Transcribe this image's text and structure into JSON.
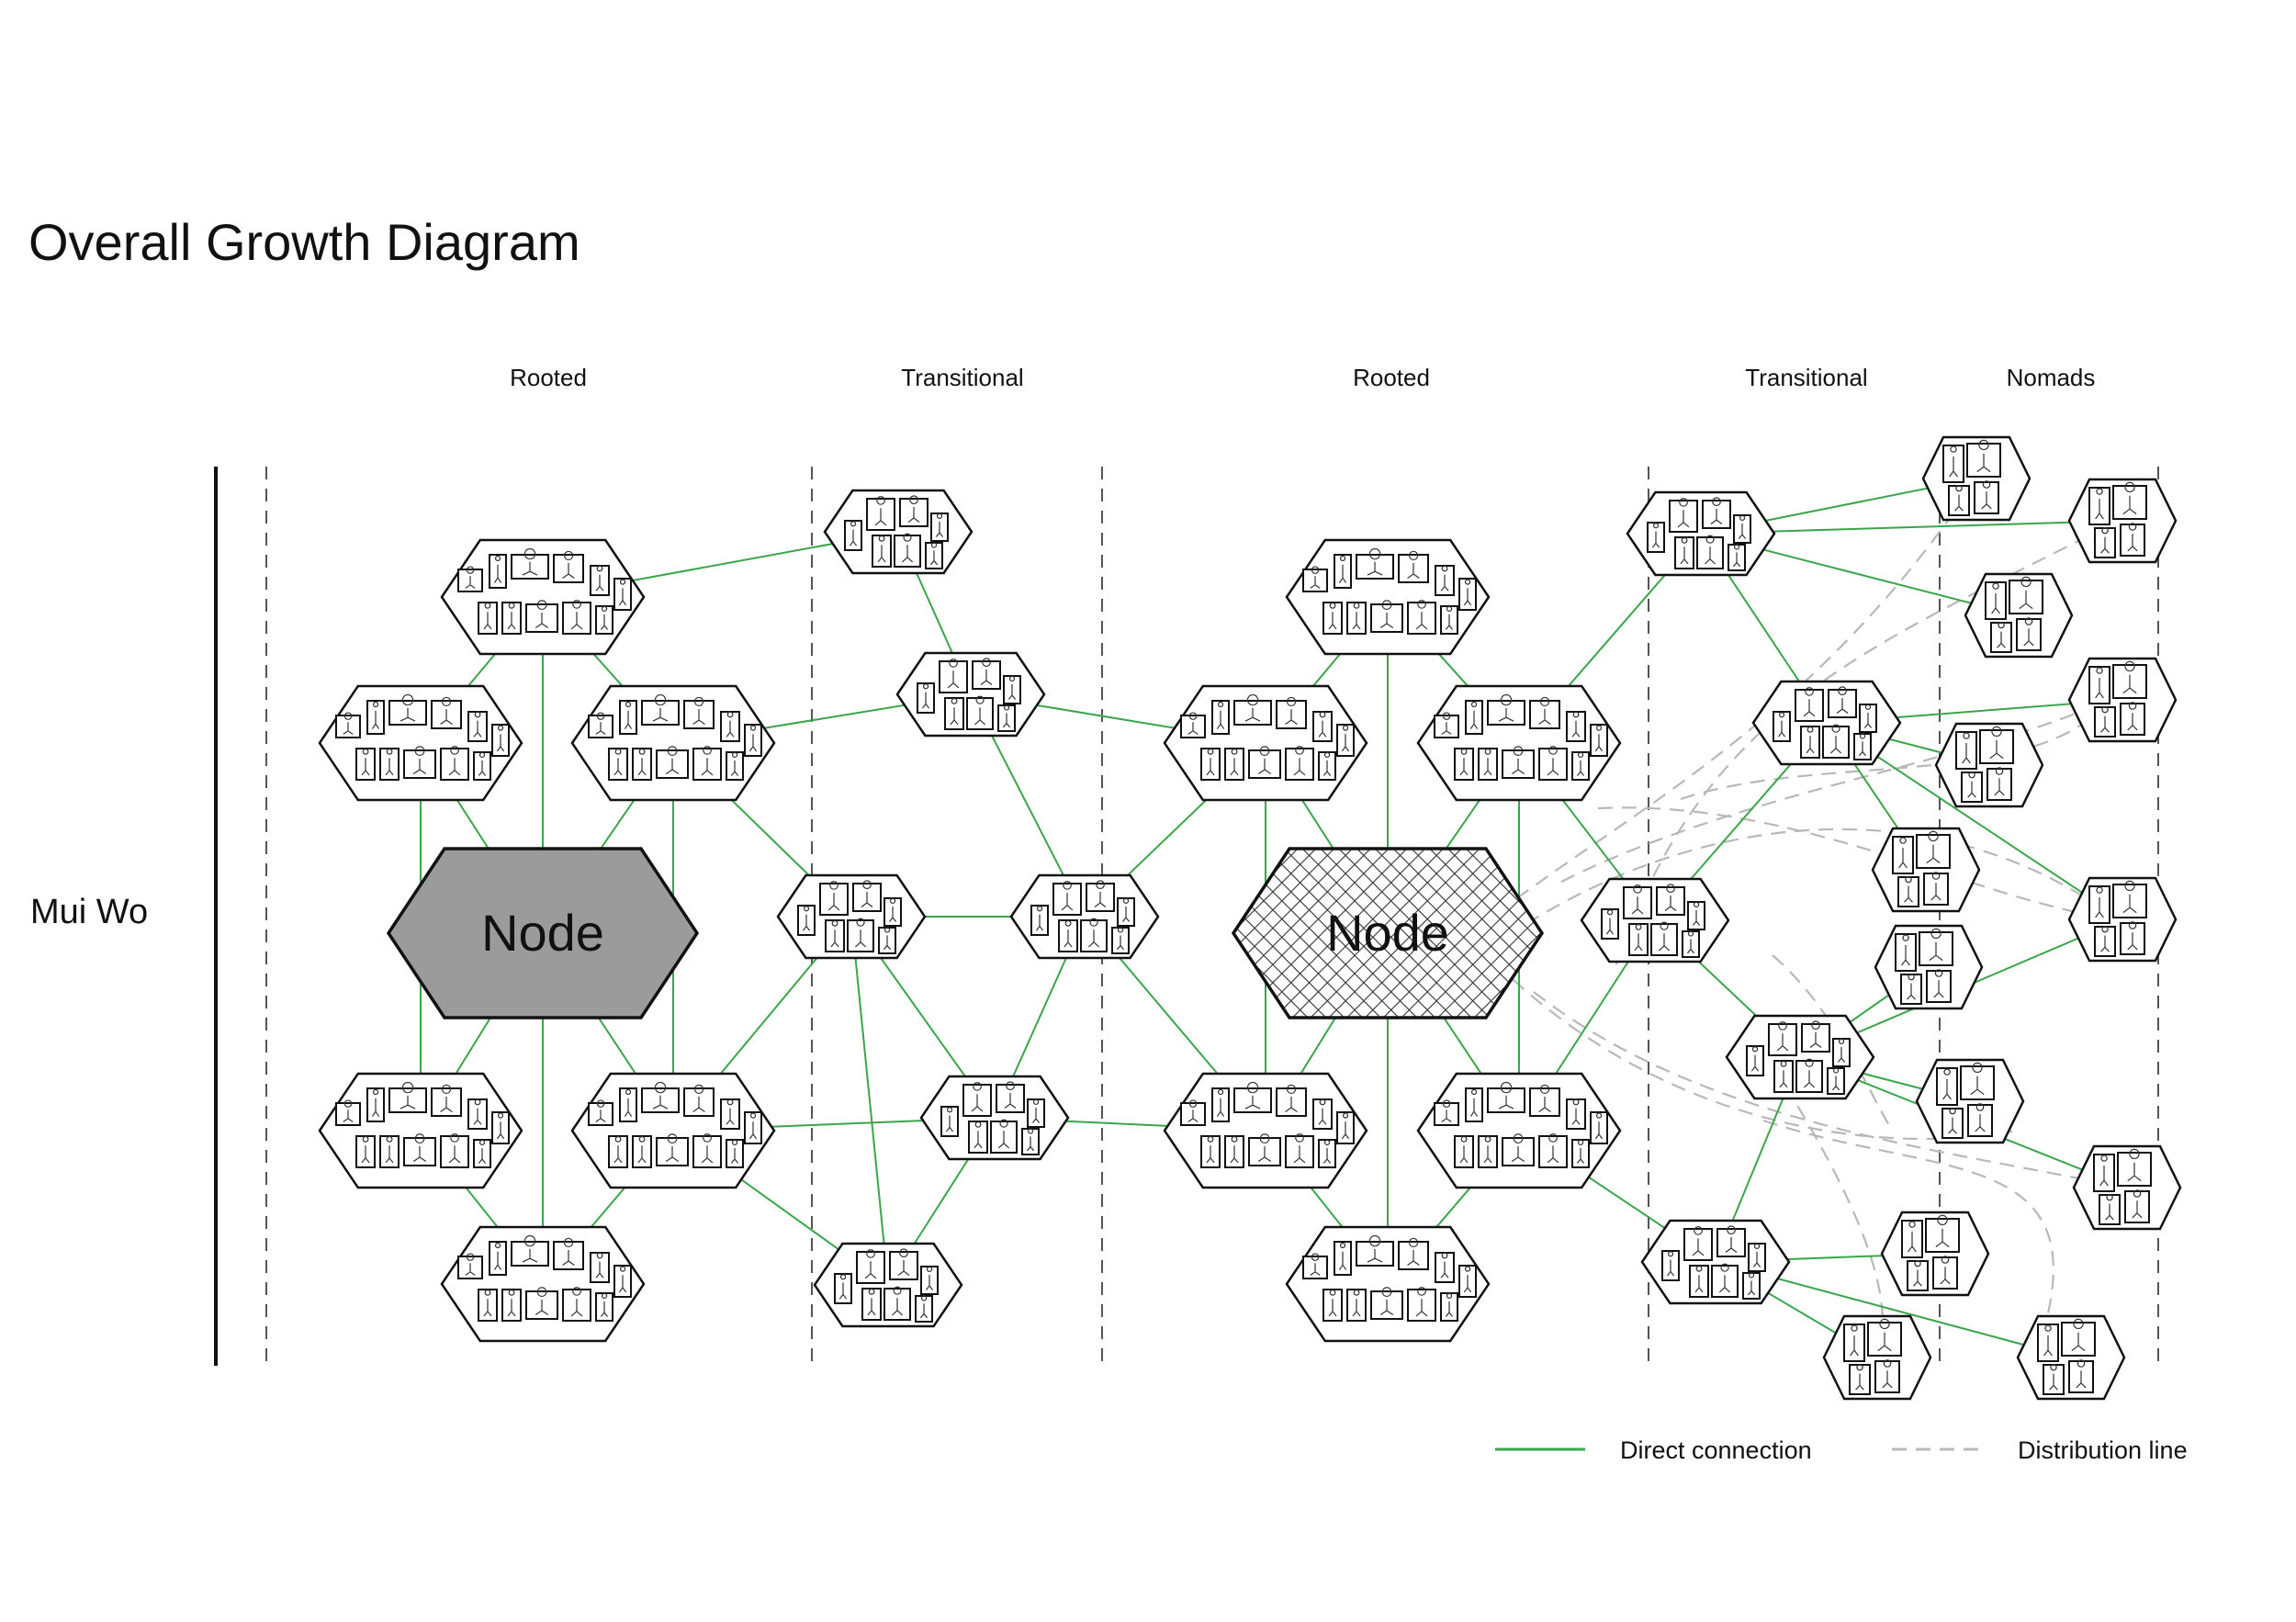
{
  "title": "Overall Growth Diagram",
  "zones": [
    {
      "label": "Rooted"
    },
    {
      "label": "Transitional"
    },
    {
      "label": "Rooted"
    },
    {
      "label": "Transitional"
    },
    {
      "label": "Nomads"
    }
  ],
  "side_label": "Mui Wo",
  "nodes": [
    {
      "label": "Node",
      "fill": "solid-grey"
    },
    {
      "label": "Node",
      "fill": "crosshatch"
    }
  ],
  "legend": {
    "direct": {
      "label": "Direct connection",
      "color": "#3aa54a"
    },
    "distribution": {
      "label": "Distribution line",
      "color": "#b8b8b8"
    }
  },
  "colors": {
    "green_line": "#3aa54a",
    "dash_line": "#b8b8b8",
    "node_fill": "#9b9b9b",
    "stroke": "#111111"
  }
}
